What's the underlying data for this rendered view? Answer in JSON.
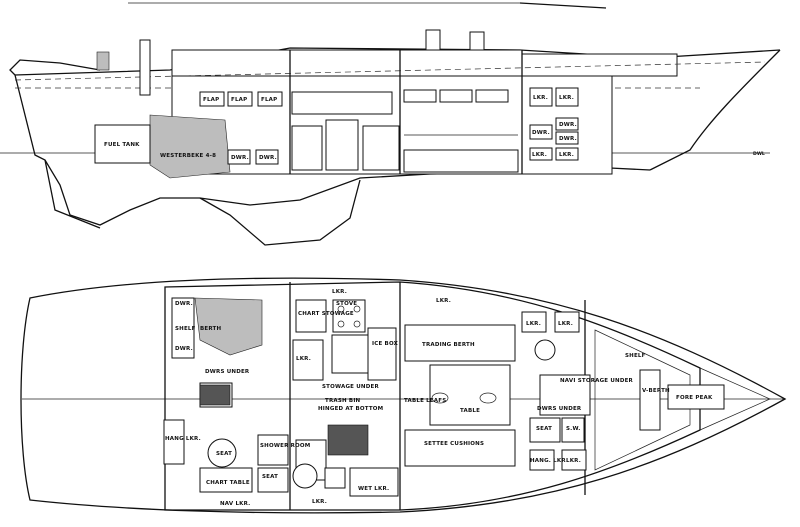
{
  "profile": {
    "labels": {
      "fuel_tank": "FUEL TANK",
      "westerbeke": "WESTERBEKE 4-8",
      "flap_1": "FLAP",
      "flap_2": "FLAP",
      "flap_3": "FLAP",
      "dwr_1": "DWR.",
      "dwr_2": "DWR.",
      "lkr_1": "LKR.",
      "lkr_2": "LKR.",
      "lkr_3": "LKR.",
      "lkr_4": "LKR.",
      "dwr_3": "DWR.",
      "dwr_4": "DWR.",
      "dwr_5": "DWR.",
      "dwl": "DWL"
    }
  },
  "plan": {
    "labels": {
      "lkr_top": "LKR.",
      "stove": "STOVE",
      "dwr_left": "DWR.",
      "shelf": "SHELF",
      "dwr_left_2": "DWR.",
      "berth_left": "BERTH",
      "chart_stowage": "CHART\nSTOWAGE",
      "lkr_center": "LKR.",
      "ice_box": "ICE\nBOX",
      "lkr_right_top": "LKR. ",
      "lkr_right_a": "LKR.",
      "lkr_right_b": "LKR.",
      "shelf_right": "SHELF",
      "trading_berth": "TRADING BERTH",
      "dwr_under_left": "DWRS UNDER",
      "stowage_under": "STOWAGE UNDER",
      "trash_bin": "TRASH BIN",
      "hinged_bottom": "HINGED AT BOTTOM",
      "table_leafs": "TABLE\nLEAFS",
      "table": "TABLE",
      "dwr_under_right": "DWRS UNDER",
      "v_berth": "V-BERTH",
      "fore_peak": "FORE PEAK",
      "navi_storage": "NAVI\nSTORAGE UNDER",
      "hang_lkr_left": "HANG\nLKR.",
      "seat_left": "SEAT",
      "shower_room": "SHOWER\nROOM",
      "chart_table": "CHART TABLE",
      "seat_center": "SEAT",
      "settee": "SETTEE\nCUSHIONS",
      "seat_right": "SEAT",
      "sw": "S.W.",
      "hang_lkr_right": "HANG. LKR.",
      "lkr_bottom_right": "LKR.",
      "nav_lkr": "NAV LKR.",
      "wet_lkr": "WET LKR.",
      "lkr_bottom": "LKR."
    }
  },
  "colors": {
    "ink": "#111111",
    "paper": "#ffffff",
    "shade": "#bdbdbd"
  }
}
